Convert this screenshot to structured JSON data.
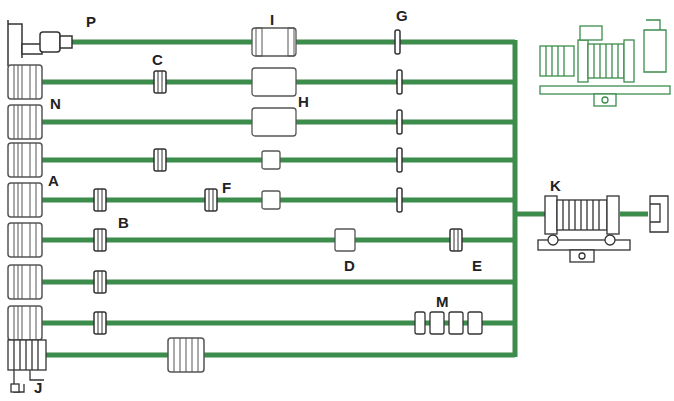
{
  "diagram": {
    "labels": [
      "P",
      "I",
      "G",
      "C",
      "N",
      "H",
      "A",
      "F",
      "B",
      "D",
      "E",
      "K",
      "M",
      "J"
    ]
  }
}
